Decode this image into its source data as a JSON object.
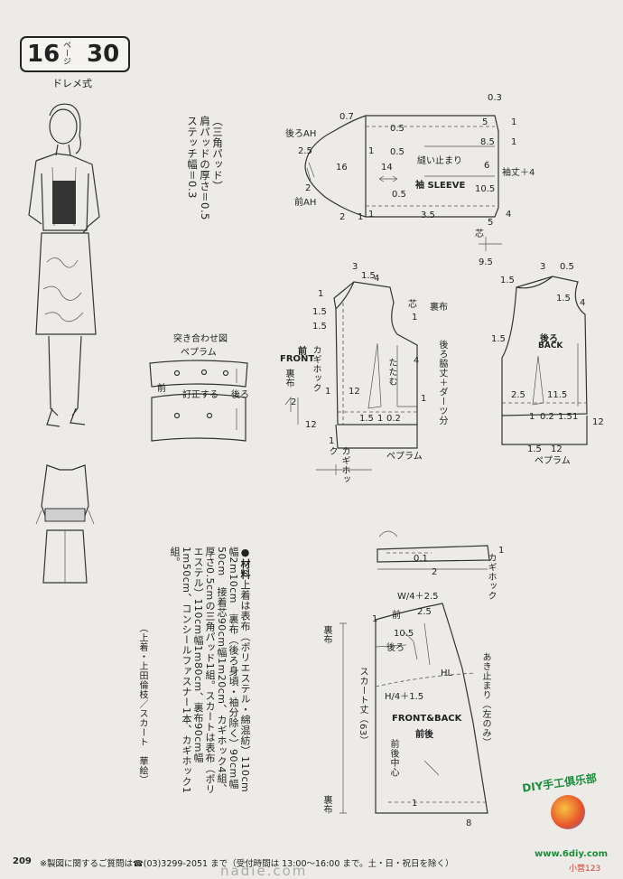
{
  "header": {
    "number_left": "16",
    "page_small": "ページ",
    "number_right": "30",
    "subtitle": "ドレメ式"
  },
  "notes": {
    "stitch": "ステッチ幅＝0.3",
    "shoulder_pad": "肩パッドの厚さ＝0.5",
    "shoulder_pad_type": "（三角パッド）"
  },
  "sleeve": {
    "back_ah": "後ろAH",
    "front_ah": "前AH",
    "stop": "縫い止まり",
    "label": "袖 SLEEVE",
    "length": "袖丈＋4",
    "fold": "芯",
    "measures": [
      "0.7",
      "0.3",
      "5",
      "1",
      "0.5",
      "2.5",
      "0.5",
      "1",
      "16",
      "14",
      "8.5",
      "6",
      "10.5",
      "2",
      "0.5",
      "1",
      "2",
      "4",
      "3.5",
      "5",
      "9.5",
      "1",
      "1"
    ]
  },
  "assembly": {
    "title": "突き合わせ図",
    "peplum": "ペプラム",
    "front": "前",
    "back": "後ろ",
    "ease": "訂正する"
  },
  "front_bodice": {
    "title": "前",
    "title_en": "FRONT",
    "core": "芯",
    "lining": "裏布",
    "hook": "カギホック",
    "dart": "たたむ",
    "peplum": "ペプラム",
    "note": "後ろ脇丈＋ダーツ分",
    "measures": [
      "3",
      "1.5",
      "4",
      "1",
      "1.5",
      "1.5",
      "1",
      "4",
      "1",
      "12",
      "1",
      "12",
      "1",
      "1.5",
      "0.2",
      "1",
      "2"
    ]
  },
  "back_bodice": {
    "title": "後ろ",
    "title_en": "BACK",
    "peplum": "ペプラム",
    "measures": [
      "1.5",
      "3",
      "0.5",
      "1.5",
      "4",
      "1.5",
      "2.5",
      "11.5",
      "1",
      "0.2",
      "1.5",
      "1",
      "12",
      "1.5",
      "12"
    ]
  },
  "waistband": {
    "measures": [
      "0.1",
      "1",
      "2"
    ],
    "hook": "カギホック"
  },
  "skirt": {
    "label": "FRONT&BACK",
    "label_jp": "前後",
    "formula_w": "W/4＋2.5",
    "formula_h": "H/4＋1.5",
    "hl": "HL",
    "length": "スカート丈（63）",
    "center": "前後中心",
    "stop": "あき止まり（左のみ）",
    "front": "前",
    "back": "後ろ",
    "lining": "裏布",
    "measures": [
      "1",
      "2.5",
      "10.5",
      "1",
      "8"
    ]
  },
  "materials": {
    "title": "●材料",
    "body": "上着は表布（ポリエステル・綿混紡）110cm幅2m10cm　裏布（後ろ身頃・袖分除く）90cm幅50cm　接着芯90cm幅1m20cm、カギホック4組、厚さ0.5cmの三角パッド1組。スカートは表布（ポリエステル）110cm幅1m80cm、裏布90cm幅1m50cm、コンシールファスナー1本、カギホック1組。",
    "credit": "（上着・上田倫枝／スカート　華絵）"
  },
  "footer": {
    "page_no": "209",
    "inquiry": "※製図に関するご質問は☎(03)3299-2051 まで（受付時間は 13:00〜16:00 まで。土・日・祝日を除く）",
    "watermark": "nadie.com",
    "logo_text": "DIY手工俱乐部",
    "logo_url": "www.6diy.com",
    "logo_small": "小营123"
  }
}
